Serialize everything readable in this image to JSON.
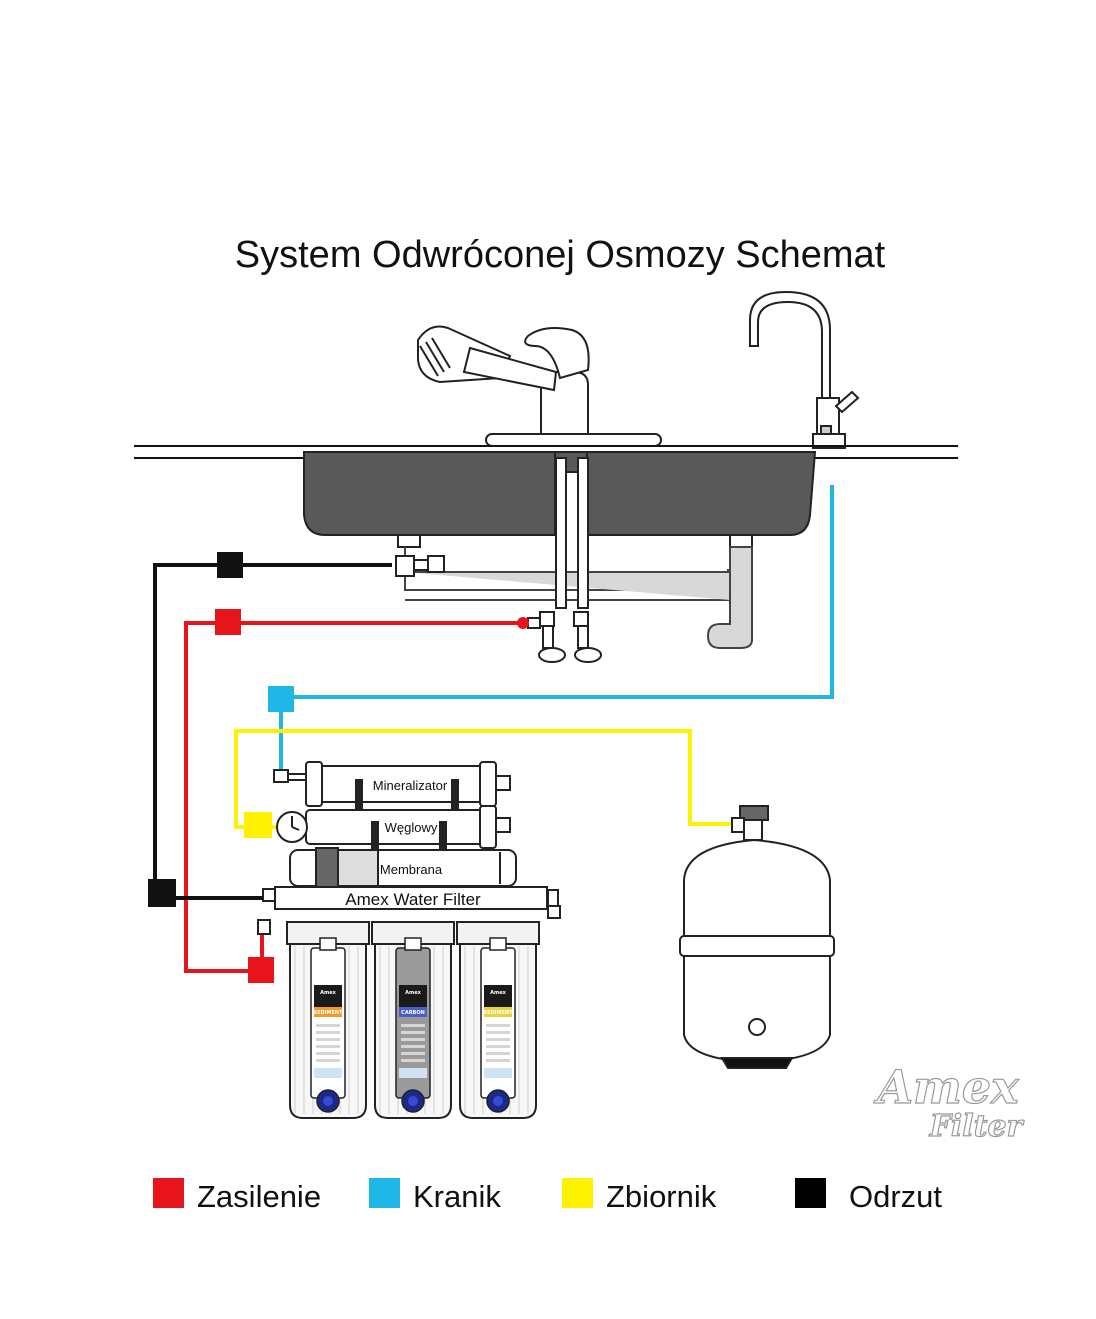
{
  "title": "System Odwróconej Osmozy Schemat",
  "modules": {
    "top": "Mineralizator",
    "middle": "Węglowy",
    "bottom": "Membrana"
  },
  "unit_label": "Amex Water Filter",
  "cartridges": [
    {
      "brand": "Amex",
      "type": "SEDIMENT",
      "accent": "#f39a2a"
    },
    {
      "brand": "Amex",
      "type": "CARBON",
      "accent": "#4a5fc4"
    },
    {
      "brand": "Amex",
      "type": "SEDIMENT",
      "accent": "#e8d43a"
    }
  ],
  "legend": [
    {
      "label": "Zasilenie",
      "color": "#e8141b"
    },
    {
      "label": "Kranik",
      "color": "#1fb6e8"
    },
    {
      "label": "Zbiornik",
      "color": "#fff200"
    },
    {
      "label": "Odrzut",
      "color": "#000000"
    }
  ],
  "logo": {
    "line1": "Amex",
    "line2": "Filter"
  }
}
